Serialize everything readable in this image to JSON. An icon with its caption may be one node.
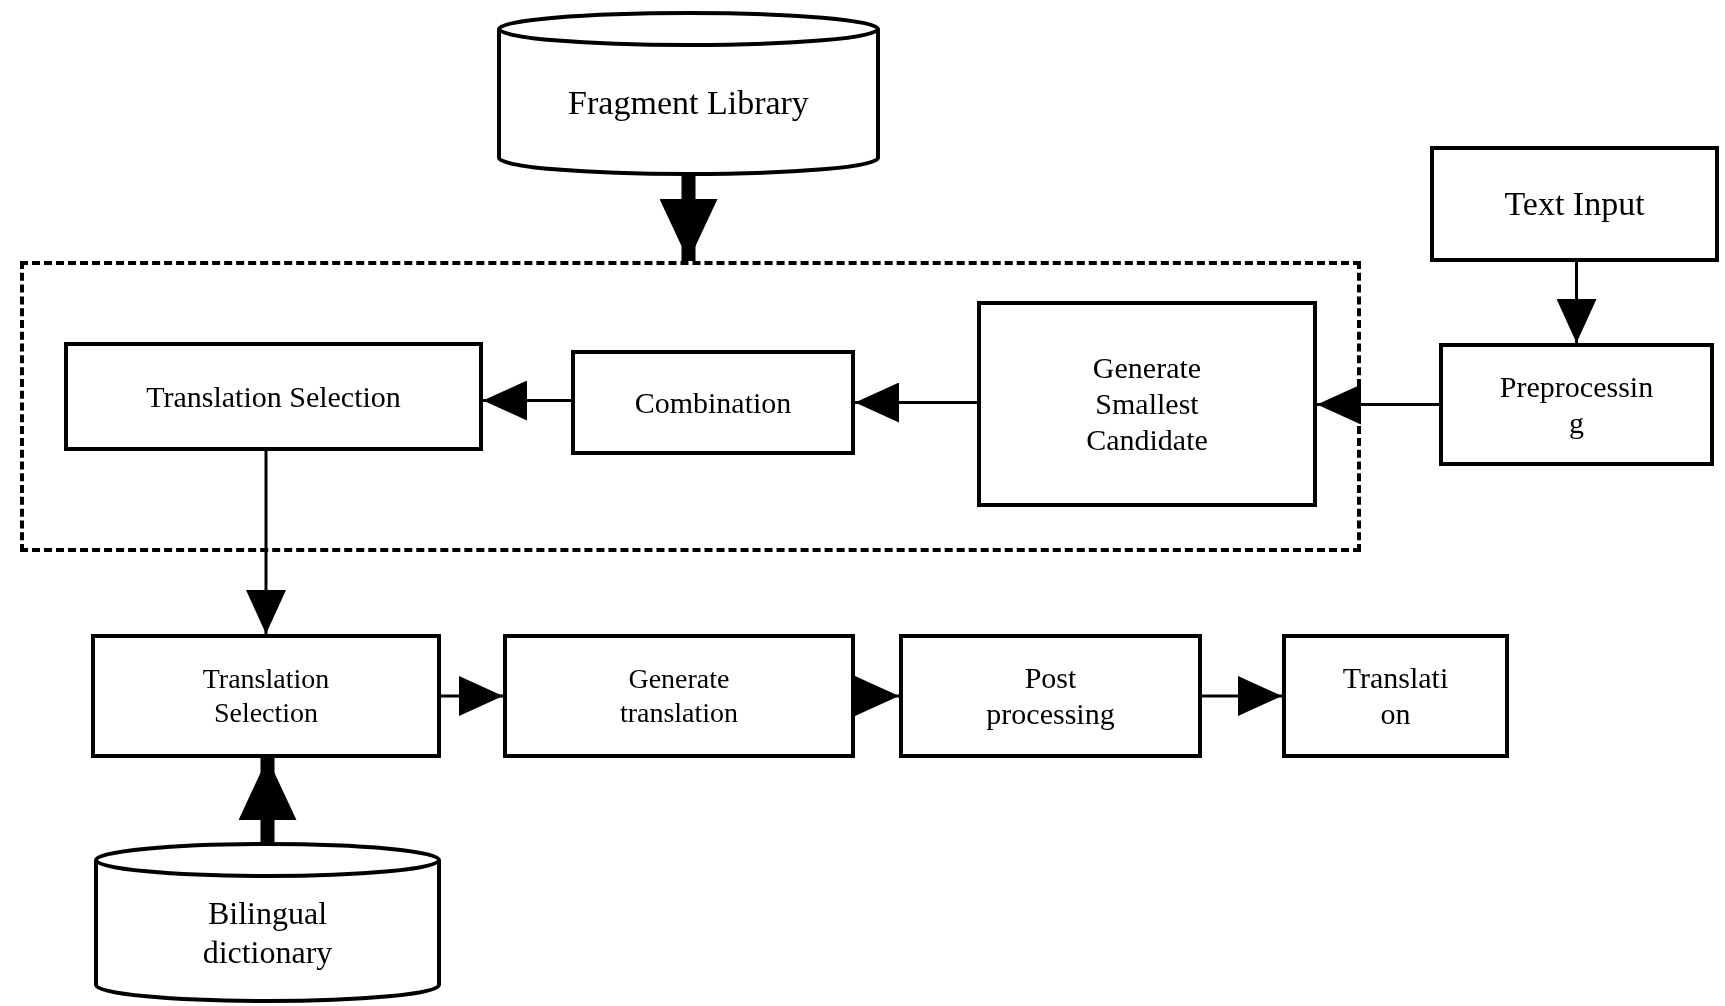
{
  "diagram": {
    "nodes": [
      {
        "text": [
          "Fragment Library"
        ]
      },
      {
        "text": [
          "Text Input"
        ]
      },
      {
        "text": [],
        "shape": "box"
      },
      {
        "text": [
          "Preprocessin g"
        ]
      },
      {
        "text": [
          "Generate Smallest Candidate"
        ],
        "in": 2
      },
      {
        "text": [
          "Combination"
        ],
        "in": 2
      },
      {
        "text": [
          "Translation Selection"
        ],
        "in": 2
      },
      {
        "text": [
          "Translation Selection"
        ]
      },
      {
        "text": [
          "Generate translation"
        ]
      },
      {
        "text": [
          "Post processing"
        ]
      },
      {
        "text": [
          "Translati on"
        ]
      },
      {
        "text": [
          "Bilingual dictionary"
        ]
      }
    ],
    "edges": [
      {
        "from": 0,
        "to": 2,
        "arrow": "to",
        "style": "thick"
      },
      {
        "from": 1,
        "to": 3,
        "arrow": "to"
      },
      {
        "from": 3,
        "to": 4,
        "arrow": "to"
      },
      {
        "from": 4,
        "to": 5,
        "arrow": "to"
      },
      {
        "from": 5,
        "to": 6,
        "arrow": "to"
      },
      {
        "from": 6,
        "to": 7,
        "arrow": "to"
      },
      {
        "from": 7,
        "to": 8,
        "arrow": "to"
      },
      {
        "from": 8,
        "to": 9,
        "arrow": "to"
      },
      {
        "from": 9,
        "to": 10,
        "arrow": "to"
      },
      {
        "from": 11,
        "to": 7,
        "arrow": "to",
        "style": "thick"
      }
    ]
  }
}
